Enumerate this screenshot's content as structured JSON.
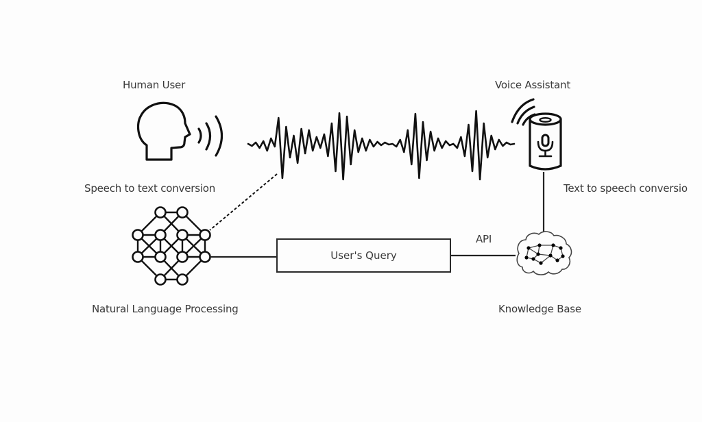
{
  "diagram": {
    "nodes": {
      "human_user": {
        "label": "Human User",
        "icon": "speaking-head-icon"
      },
      "voice_assistant": {
        "label": "Voice Assistant",
        "icon": "smart-speaker-microphone-icon"
      },
      "nlp": {
        "label": "Natural Language Processing",
        "icon": "neural-network-icon"
      },
      "knowledge_base": {
        "label": "Knowledge Base",
        "icon": "brain-network-icon"
      },
      "users_query": {
        "label": "User's Query"
      }
    },
    "edges": {
      "speech_to_text": {
        "label": "Speech to text conversion",
        "style": "dashed"
      },
      "text_to_speech": {
        "label": "Text to speech conversio",
        "style": "solid"
      },
      "api": {
        "label": "API",
        "style": "solid"
      }
    },
    "sound_wave": {
      "icon": "audio-waveform-icon"
    },
    "colors": {
      "stroke": "#111111",
      "text": "#3a3a3a",
      "background": "#fdfdfd"
    }
  }
}
